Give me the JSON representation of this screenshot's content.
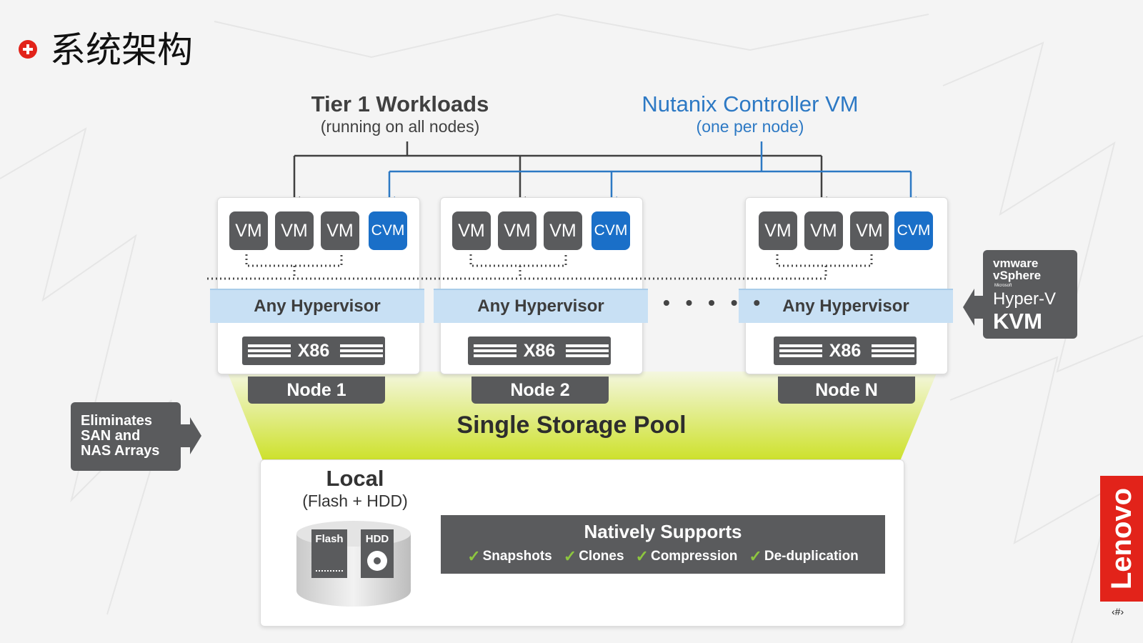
{
  "slide": {
    "title": "系统架构",
    "page_marker": "‹#›",
    "logo_text": "Lenovo"
  },
  "headers": {
    "tier1_title": "Tier 1 Workloads",
    "tier1_sub": "(running on all nodes)",
    "cvm_title": "Nutanix Controller VM",
    "cvm_sub": "(one per node)"
  },
  "nodes": [
    {
      "vms": [
        "VM",
        "VM",
        "VM"
      ],
      "cvm": "CVM",
      "hypervisor": "Any Hypervisor",
      "hardware": "X86",
      "label": "Node 1"
    },
    {
      "vms": [
        "VM",
        "VM",
        "VM"
      ],
      "cvm": "CVM",
      "hypervisor": "Any Hypervisor",
      "hardware": "X86",
      "label": "Node 2"
    },
    {
      "vms": [
        "VM",
        "VM",
        "VM"
      ],
      "cvm": "CVM",
      "hypervisor": "Any Hypervisor",
      "hardware": "X86",
      "label": "Node N"
    }
  ],
  "ellipsis": "• • • • •",
  "storage_pool": "Single Storage Pool",
  "local": {
    "title": "Local",
    "sub": "(Flash + HDD)",
    "flash_label": "Flash",
    "hdd_label": "HDD"
  },
  "natively": {
    "title": "Natively Supports",
    "features": [
      "Snapshots",
      "Clones",
      "Compression",
      "De-duplication"
    ],
    "check": "✓"
  },
  "eliminates": {
    "line1": "Eliminates",
    "line2": "SAN and",
    "line3": "NAS Arrays"
  },
  "hypervisors": {
    "vmware": "vmware",
    "vsphere": "vSphere",
    "microsoft": "Microsoft",
    "hyperv": "Hyper-V",
    "kvm": "KVM"
  },
  "colors": {
    "accent_red": "#e2231a",
    "cvm_blue": "#1a6fc8",
    "dark_gray": "#5a5b5d",
    "pool_green": "#cfe12c",
    "hyp_blue": "#c8e0f4"
  }
}
